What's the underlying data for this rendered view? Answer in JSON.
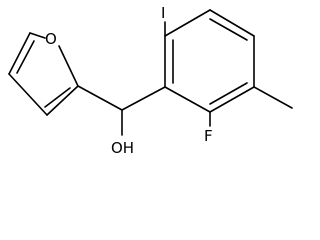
{
  "molecule": {
    "atoms": {
      "oxygen_ring": "O",
      "iodine": "I",
      "fluorine": "F",
      "hydroxyl": "OH"
    }
  }
}
